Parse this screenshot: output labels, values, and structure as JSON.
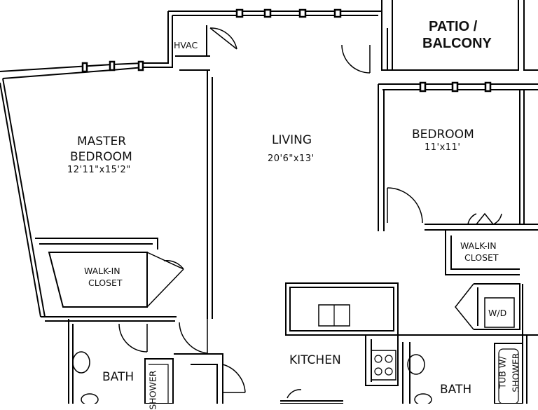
{
  "rooms": {
    "patio": {
      "line1": "PATIO /",
      "line2": "BALCONY"
    },
    "hvac": "HVAC",
    "master": {
      "name_line1": "MASTER",
      "name_line2": "BEDROOM",
      "dims": "12'11\"x15'2\""
    },
    "living": {
      "name": "LIVING",
      "dims": "20'6\"x13'"
    },
    "bedroom": {
      "name": "BEDROOM",
      "dims": "11'x11'"
    },
    "closet_master": {
      "line1": "WALK-IN",
      "line2": "CLOSET"
    },
    "closet_bedroom": {
      "line1": "WALK-IN",
      "line2": "CLOSET"
    },
    "washer_dryer": "W/D",
    "kitchen": "KITCHEN",
    "bath_left": "BATH",
    "bath_right": "BATH",
    "shower_left": "SHOWER",
    "tub_shower": {
      "line1": "TUB W/",
      "line2": "SHOWER"
    }
  }
}
